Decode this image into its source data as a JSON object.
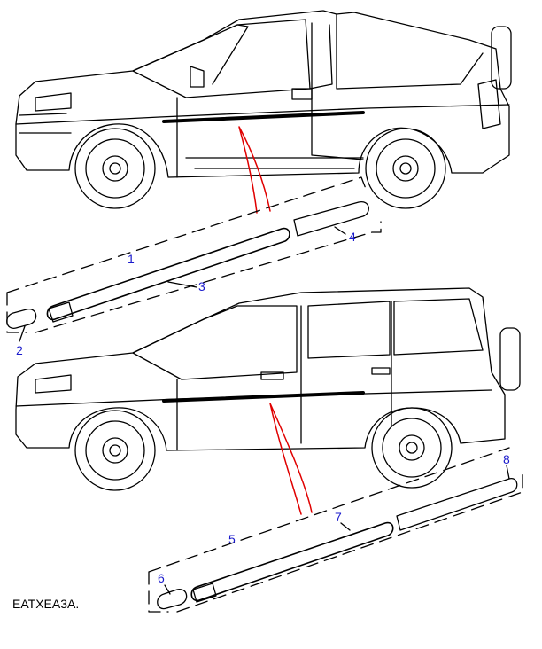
{
  "diagram_code": "EATXEA3A.",
  "callouts": [
    "1",
    "2",
    "3",
    "4",
    "5",
    "6",
    "7",
    "8"
  ],
  "colors": {
    "line": "#000000",
    "leader": "#e00000",
    "callout": "#1a1acc"
  }
}
